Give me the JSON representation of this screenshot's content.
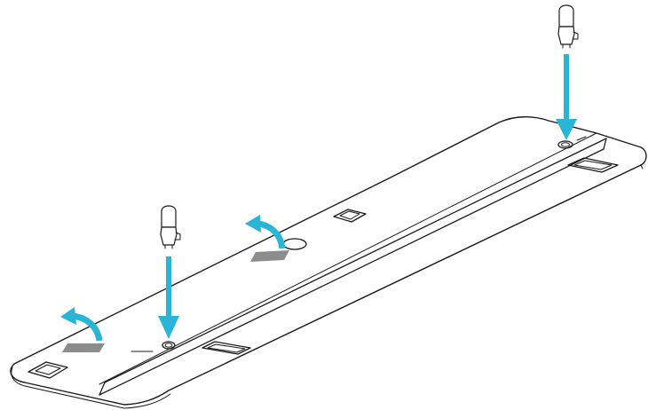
{
  "diagram": {
    "colors": {
      "arrow": "#2ab4d6",
      "tape_pad": "#8c8c8c",
      "line": "#1a1a1a",
      "background": "#ffffff"
    },
    "steps": [
      {
        "action": "peel-off",
        "icon": "curved-arrow-icon",
        "target": "adhesive-pad"
      },
      {
        "action": "peel-off",
        "icon": "curved-arrow-icon",
        "target": "adhesive-pad"
      },
      {
        "action": "insert",
        "icon": "down-arrow-icon",
        "target": "mounting-pin"
      },
      {
        "action": "insert",
        "icon": "down-arrow-icon",
        "target": "mounting-pin"
      }
    ]
  }
}
